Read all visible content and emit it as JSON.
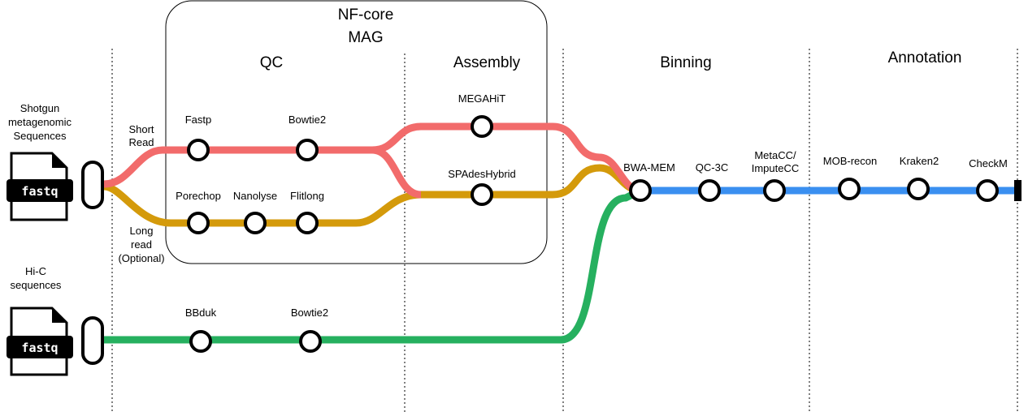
{
  "colors": {
    "short_read": "#f26b6b",
    "long_read": "#d49a0b",
    "hic": "#26b05f",
    "binning": "#3a8ff0"
  },
  "box_title": [
    "NF-core",
    "MAG"
  ],
  "sections": {
    "qc": "QC",
    "assembly": "Assembly",
    "binning": "Binning",
    "annotation": "Annotation"
  },
  "inputs": {
    "shotgun": {
      "label": [
        "Shotgun",
        "metagenomic",
        "Sequences"
      ],
      "file_label": "fastq",
      "icon": "file-icon"
    },
    "hic": {
      "label": [
        "Hi-C",
        "sequences"
      ],
      "file_label": "fastq",
      "icon": "file-icon"
    }
  },
  "branch_labels": {
    "short_read": [
      "Short",
      "Read"
    ],
    "long_read": [
      "Long",
      "read",
      "(Optional)"
    ]
  },
  "tools": {
    "fastp": "Fastp",
    "bowtie2_short": "Bowtie2",
    "porechop": "Porechop",
    "nanolyse": "Nanolyse",
    "filtlong": "Flitlong",
    "megahit": "MEGAHiT",
    "spades_hybrid": "SPAdesHybrid",
    "bbduk": "BBduk",
    "bowtie2_hic": "Bowtie2",
    "bwa_mem": "BWA-MEM",
    "qc3c": "QC-3C",
    "metacc": [
      "MetaCC/",
      "ImputeCC"
    ],
    "mob_recon": "MOB-recon",
    "kraken2": "Kraken2",
    "checkm": "CheckM"
  }
}
